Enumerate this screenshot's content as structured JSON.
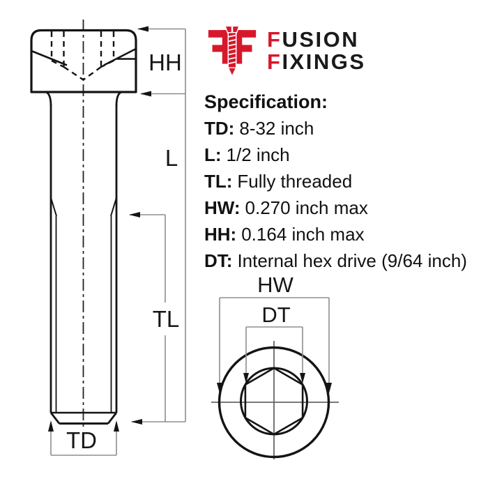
{
  "diagram": {
    "side_labels": {
      "hh": "HH",
      "l": "L",
      "tl": "TL",
      "td": "TD"
    },
    "end_labels": {
      "hw": "HW",
      "dt": "DT"
    }
  },
  "logo": {
    "line1_initial": "F",
    "line1_rest": "USION",
    "line2_initial": "F",
    "line2_rest": "IXINGS"
  },
  "spec": {
    "heading": "Specification:",
    "rows": [
      {
        "label": "TD:",
        "value": "8-32 inch"
      },
      {
        "label": "L:",
        "value": "1/2 inch"
      },
      {
        "label": "TL:",
        "value": "Fully threaded"
      },
      {
        "label": "HW:",
        "value": "0.270 inch max"
      },
      {
        "label": "HH:",
        "value": "0.164 inch max"
      },
      {
        "label": "DT:",
        "value": "Internal hex drive (9/64 inch)"
      }
    ]
  },
  "colors": {
    "accent_red": "#d6182b",
    "drawing_line": "#141414",
    "dimension_line": "#8d8d8d"
  }
}
